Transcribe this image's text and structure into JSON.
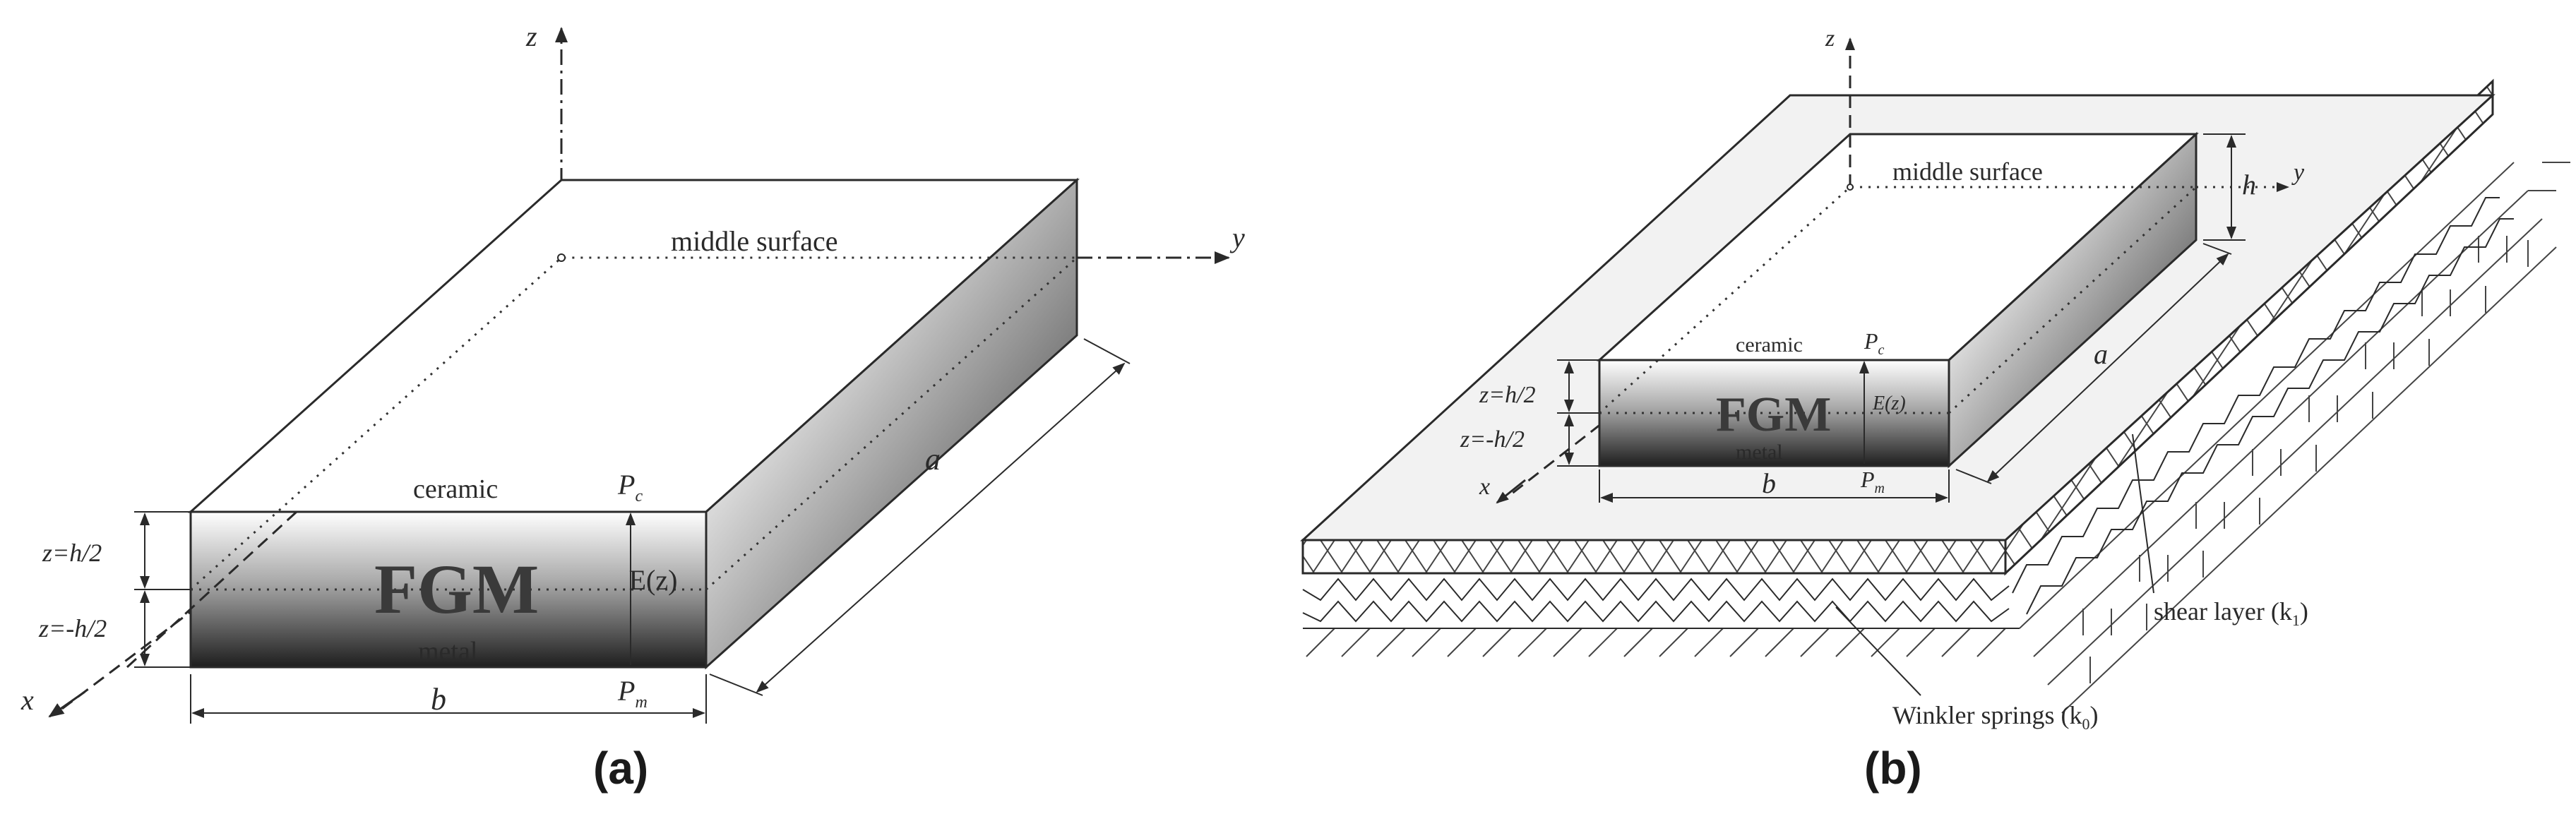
{
  "panel_a": {
    "caption": "(a)",
    "axis_z": "z",
    "axis_y": "y",
    "axis_x": "x",
    "middle_surface": "middle surface",
    "ceramic": "ceramic",
    "metal": "metal",
    "fgm": "FGM",
    "pc_main": "P",
    "pc_sub": "c",
    "pm_main": "P",
    "pm_sub": "m",
    "ez": "E(z)",
    "z_top": "z=h/2",
    "z_bottom": "z=-h/2",
    "dim_a": "a",
    "dim_b": "b"
  },
  "panel_b": {
    "caption": "(b)",
    "axis_z": "z",
    "axis_y": "y",
    "axis_x": "x",
    "middle_surface": "middle surface",
    "ceramic": "ceramic",
    "metal": "metal",
    "fgm": "FGM",
    "pc_main": "P",
    "pc_sub": "c",
    "pm_main": "P",
    "pm_sub": "m",
    "ez": "E(z)",
    "z_top": "z=h/2",
    "z_bottom": "z=-h/2",
    "dim_a": "a",
    "dim_b": "b",
    "dim_h": "h",
    "shear_layer_main": "shear layer (k",
    "shear_layer_sub": "1",
    "winkler_main": "Winkler springs (k",
    "winkler_sub": "0",
    "close_paren": ")"
  }
}
